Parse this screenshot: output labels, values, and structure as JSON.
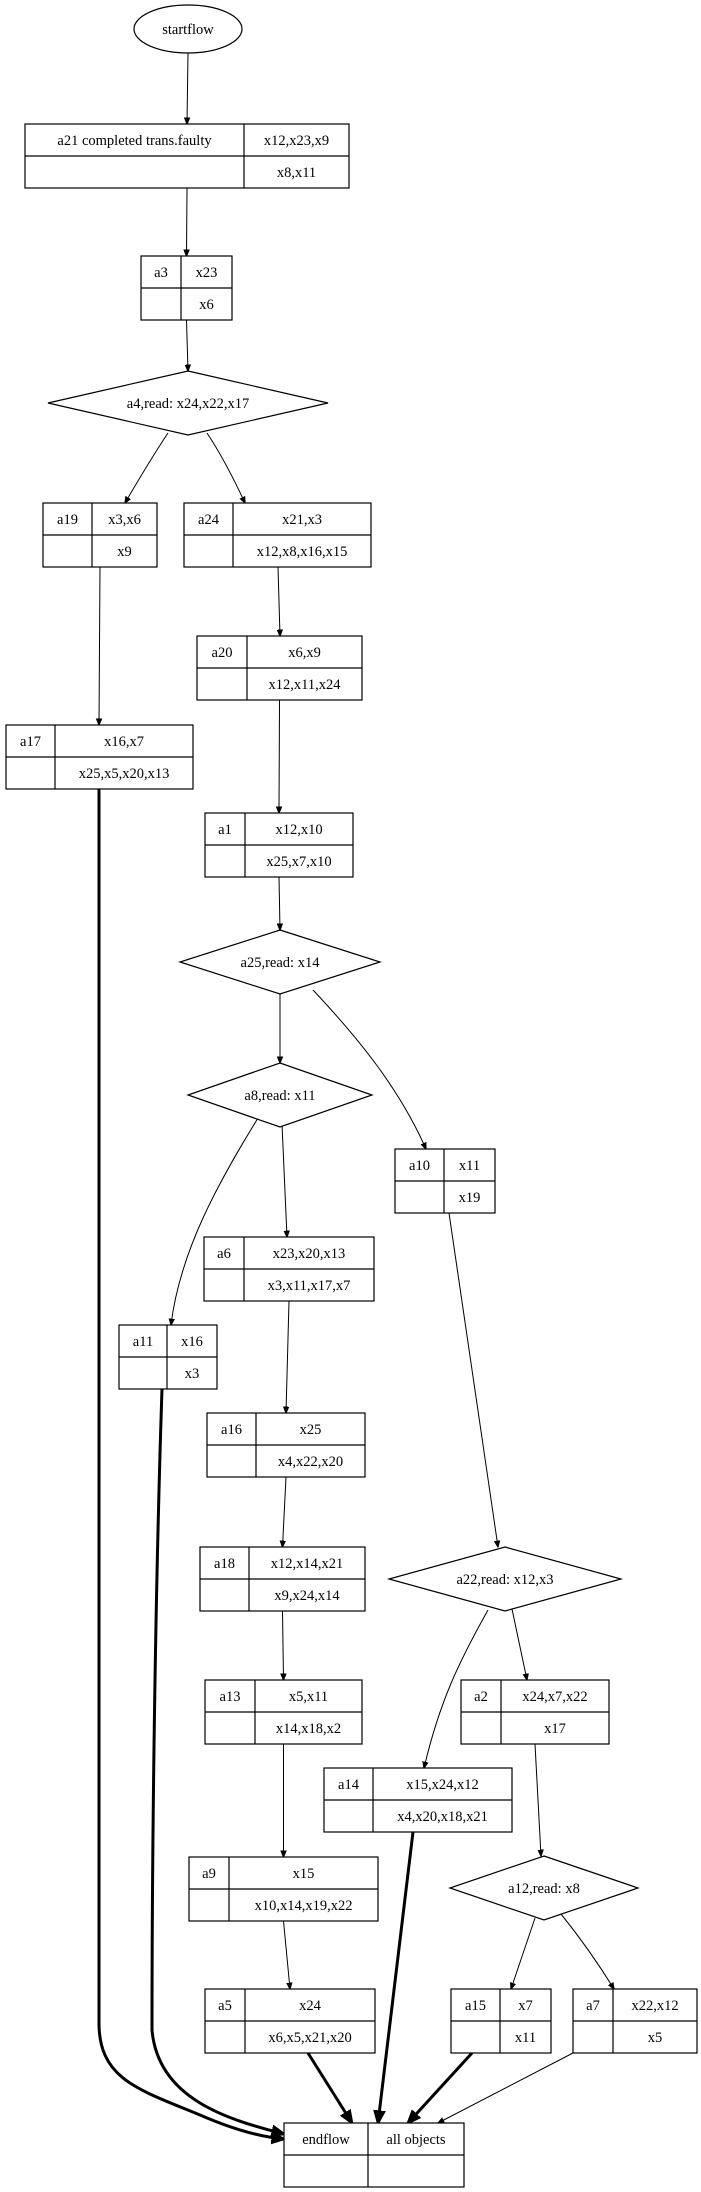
{
  "diagram": {
    "type": "flowchart",
    "start": {
      "id": "startflow",
      "label": "startflow"
    },
    "end": {
      "id": "endflow",
      "label": "endflow",
      "right_label": "all objects"
    },
    "records": [
      {
        "id": "a21",
        "name": "a21  completed trans.faulty",
        "top": "x12,x23,x9",
        "bottom": "x8,x11"
      },
      {
        "id": "a3",
        "name": "a3",
        "top": "x23",
        "bottom": "x6"
      },
      {
        "id": "a19",
        "name": "a19",
        "top": "x3,x6",
        "bottom": "x9"
      },
      {
        "id": "a24",
        "name": "a24",
        "top": "x21,x3",
        "bottom": "x12,x8,x16,x15"
      },
      {
        "id": "a20",
        "name": "a20",
        "top": "x6,x9",
        "bottom": "x12,x11,x24"
      },
      {
        "id": "a17",
        "name": "a17",
        "top": "x16,x7",
        "bottom": "x25,x5,x20,x13"
      },
      {
        "id": "a1",
        "name": "a1",
        "top": "x12,x10",
        "bottom": "x25,x7,x10"
      },
      {
        "id": "a10",
        "name": "a10",
        "top": "x11",
        "bottom": "x19"
      },
      {
        "id": "a6",
        "name": "a6",
        "top": "x23,x20,x13",
        "bottom": "x3,x11,x17,x7"
      },
      {
        "id": "a11",
        "name": "a11",
        "top": "x16",
        "bottom": "x3"
      },
      {
        "id": "a16",
        "name": "a16",
        "top": "x25",
        "bottom": "x4,x22,x20"
      },
      {
        "id": "a18",
        "name": "a18",
        "top": "x12,x14,x21",
        "bottom": "x9,x24,x14"
      },
      {
        "id": "a13",
        "name": "a13",
        "top": "x5,x11",
        "bottom": "x14,x18,x2"
      },
      {
        "id": "a2",
        "name": "a2",
        "top": "x24,x7,x22",
        "bottom": "x17"
      },
      {
        "id": "a14",
        "name": "a14",
        "top": "x15,x24,x12",
        "bottom": "x4,x20,x18,x21"
      },
      {
        "id": "a9",
        "name": "a9",
        "top": "x15",
        "bottom": "x10,x14,x19,x22"
      },
      {
        "id": "a5",
        "name": "a5",
        "top": "x24",
        "bottom": "x6,x5,x21,x20"
      },
      {
        "id": "a15",
        "name": "a15",
        "top": "x7",
        "bottom": "x11"
      },
      {
        "id": "a7",
        "name": "a7",
        "top": "x22,x12",
        "bottom": "x5"
      }
    ],
    "decisions": [
      {
        "id": "a4",
        "label": "a4,read: x24,x22,x17"
      },
      {
        "id": "a25",
        "label": "a25,read: x14"
      },
      {
        "id": "a8",
        "label": "a8,read: x11"
      },
      {
        "id": "a22",
        "label": "a22,read: x12,x3"
      },
      {
        "id": "a12",
        "label": "a12,read: x8"
      }
    ],
    "edges": [
      {
        "from": "startflow",
        "to": "a21"
      },
      {
        "from": "a21",
        "to": "a3"
      },
      {
        "from": "a3",
        "to": "a4"
      },
      {
        "from": "a4",
        "to": "a19"
      },
      {
        "from": "a4",
        "to": "a24"
      },
      {
        "from": "a19",
        "to": "a17"
      },
      {
        "from": "a24",
        "to": "a20"
      },
      {
        "from": "a20",
        "to": "a1"
      },
      {
        "from": "a1",
        "to": "a25"
      },
      {
        "from": "a25",
        "to": "a8"
      },
      {
        "from": "a25",
        "to": "a10"
      },
      {
        "from": "a8",
        "to": "a6"
      },
      {
        "from": "a8",
        "to": "a11"
      },
      {
        "from": "a6",
        "to": "a16"
      },
      {
        "from": "a16",
        "to": "a18"
      },
      {
        "from": "a18",
        "to": "a13"
      },
      {
        "from": "a13",
        "to": "a9"
      },
      {
        "from": "a9",
        "to": "a5"
      },
      {
        "from": "a10",
        "to": "a22"
      },
      {
        "from": "a22",
        "to": "a2"
      },
      {
        "from": "a22",
        "to": "a14"
      },
      {
        "from": "a2",
        "to": "a12"
      },
      {
        "from": "a12",
        "to": "a15"
      },
      {
        "from": "a12",
        "to": "a7"
      },
      {
        "from": "a17",
        "to": "endflow",
        "bold": true
      },
      {
        "from": "a11",
        "to": "endflow",
        "bold": true
      },
      {
        "from": "a5",
        "to": "endflow",
        "bold": true
      },
      {
        "from": "a14",
        "to": "endflow",
        "bold": true
      },
      {
        "from": "a15",
        "to": "endflow",
        "bold": true
      },
      {
        "from": "a7",
        "to": "endflow",
        "bold": false
      }
    ]
  }
}
